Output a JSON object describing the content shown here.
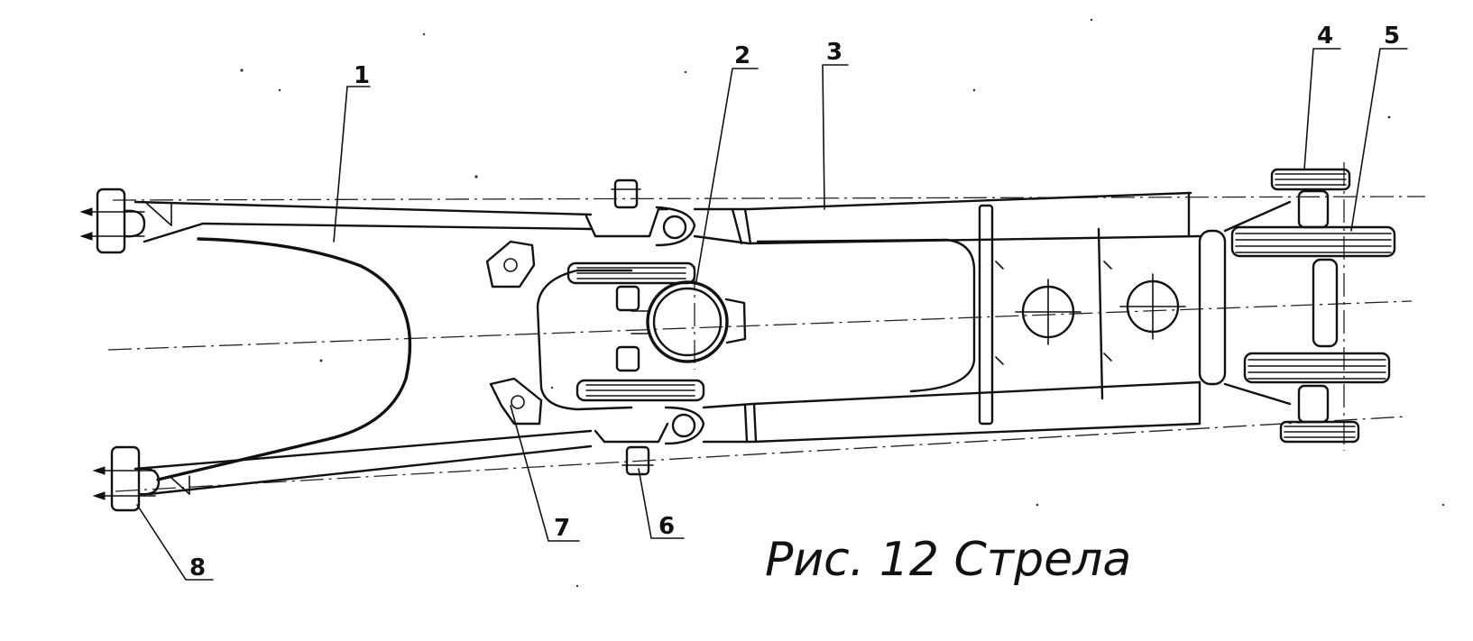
{
  "caption": "Рис. 12 Стрела",
  "callouts": [
    {
      "id": "1",
      "label": "1"
    },
    {
      "id": "2",
      "label": "2"
    },
    {
      "id": "3",
      "label": "3"
    },
    {
      "id": "4",
      "label": "4"
    },
    {
      "id": "5",
      "label": "5"
    },
    {
      "id": "6",
      "label": "6"
    },
    {
      "id": "7",
      "label": "7"
    },
    {
      "id": "8",
      "label": "8"
    }
  ]
}
